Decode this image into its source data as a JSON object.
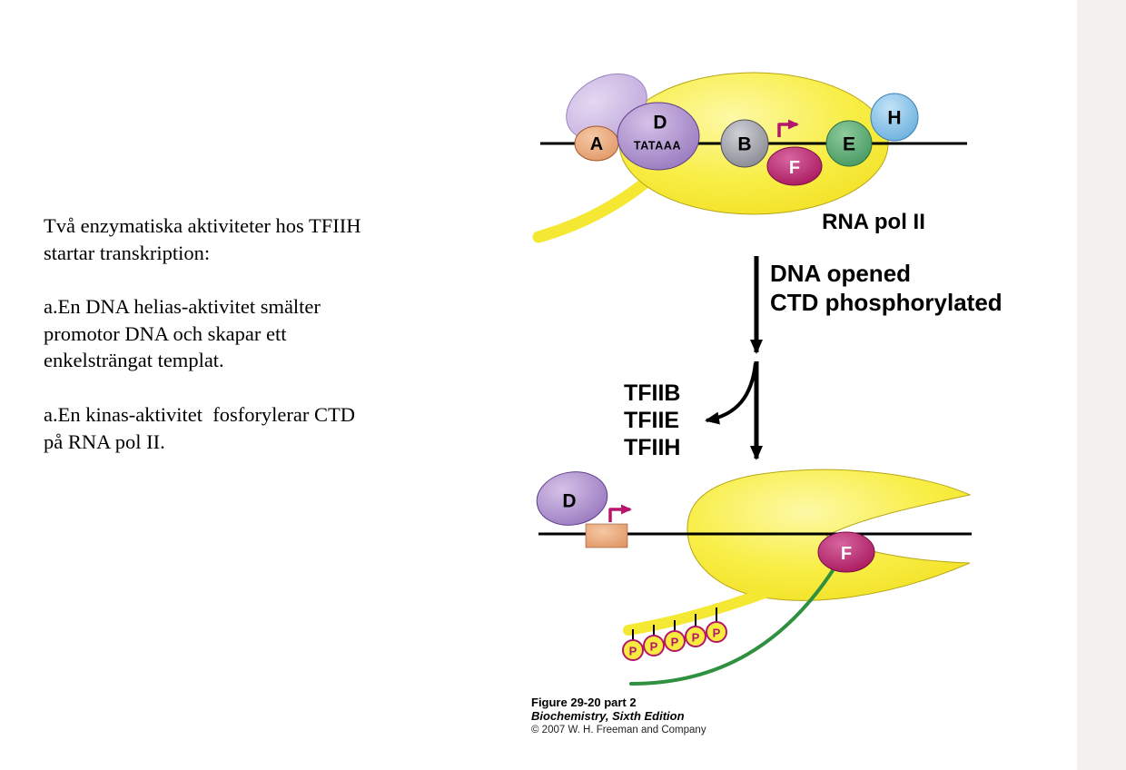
{
  "slide": {
    "background": "#ffffff",
    "right_margin_color": "#f2f1ee"
  },
  "left_text": {
    "lines": [
      "Två enzymatiska aktiviteter hos TFIIH",
      "startar transkription:",
      "",
      "a.En DNA helias-aktivitet smälter",
      "promotor DNA och skapar ett",
      "enkelsträngat templat.",
      "",
      "a.En kinas-aktivitet  fosforylerar CTD",
      "på RNA pol II."
    ]
  },
  "diagram": {
    "top": {
      "factor_a": "A",
      "factor_d": "D",
      "tata_label": "TATAAA",
      "factor_b": "B",
      "factor_f": "F",
      "factor_e": "E",
      "factor_h": "H",
      "polymerase_label": "RNA pol II"
    },
    "transition": {
      "caption_line1": "DNA opened",
      "caption_line2": "CTD phosphorylated",
      "released": [
        "TFIIB",
        "TFIIE",
        "TFIIH"
      ]
    },
    "bottom": {
      "factor_d": "D",
      "factor_f": "F",
      "phosphate_label": "P"
    },
    "colors": {
      "polymerase_yellow": "#f6e934",
      "tfiid_purple": "#9b7cc2",
      "tfiid_lobe_lavender": "#c8b3e2",
      "tfiia_salmon": "#e9a77f",
      "tfiib_gray": "#9a9aa2",
      "tfiif_magenta": "#b81f66",
      "tfiie_green": "#55a66c",
      "tfiih_blue": "#82c2ec",
      "start_arrow_magenta": "#b5156b",
      "rna_green": "#2f9140",
      "dna_black": "#000000"
    }
  },
  "caption": {
    "figure": "Figure 29-20 part 2",
    "book": "Biochemistry, Sixth Edition",
    "copyright": "© 2007 W. H. Freeman and Company"
  }
}
